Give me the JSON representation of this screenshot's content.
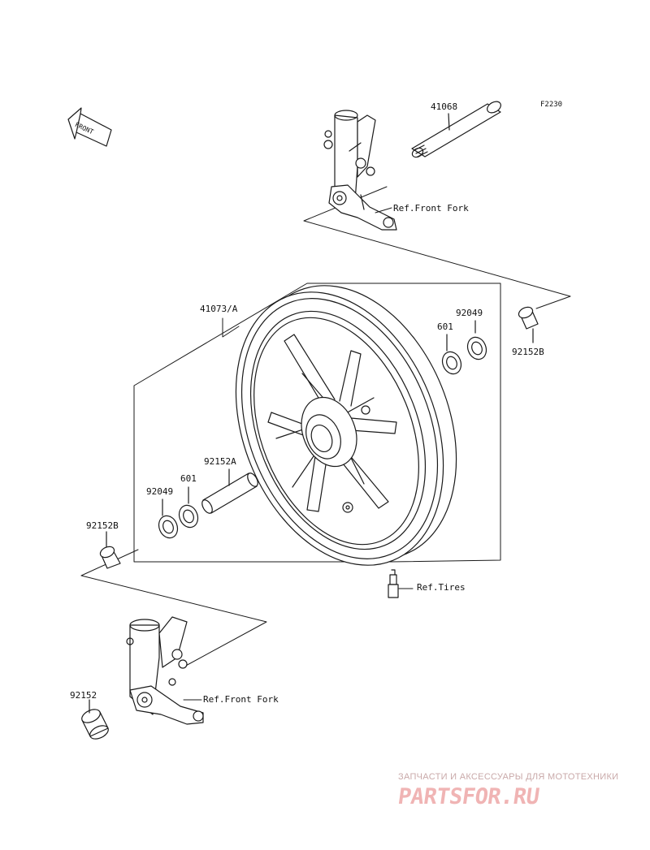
{
  "figure_code": "F2230",
  "front_arrow": "FRONT",
  "parts": {
    "axle": "41068",
    "wheel": "41073/A",
    "seal_right": "92049",
    "bearing_right": "601",
    "collar_right": "92152B",
    "spacer": "92152A",
    "seal_left": "92049",
    "bearing_left": "601",
    "collar_left": "92152B",
    "collar_bottom": "92152"
  },
  "refs": {
    "front_fork_top": "Ref.Front Fork",
    "tires": "Ref.Tires",
    "front_fork_bottom": "Ref.Front Fork"
  },
  "watermark": {
    "tagline": "ЗАПЧАСТИ И АКСЕССУАРЫ ДЛЯ МОТОТЕХНИКИ",
    "logo": "PARTSFOR.RU",
    "color": "#f0b4b4"
  }
}
